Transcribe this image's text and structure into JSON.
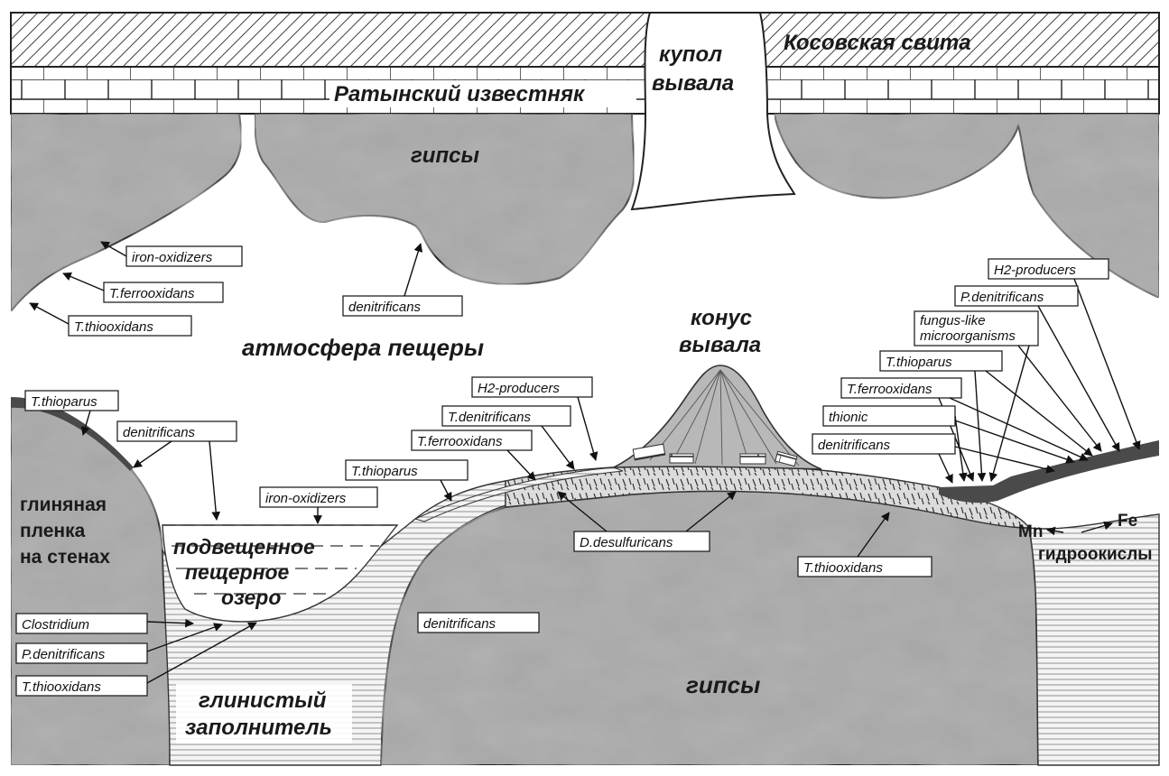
{
  "formations": {
    "kosovskaya": "Косовская свита",
    "ratynsky": "Ратынский известняк",
    "dome": [
      "купол",
      "вывала"
    ],
    "gypsum_upper": "гипсы",
    "gypsum_lower": "гипсы",
    "cone": [
      "конус",
      "вывала"
    ],
    "atmosphere": "атмосфера пещеры",
    "clay_film": [
      "глиняная",
      "пленка",
      "на стенах"
    ],
    "lake": [
      "подвещенное",
      "пещерное",
      "озеро"
    ],
    "clay_filler": [
      "глинистый",
      "заполнитель"
    ],
    "hydroxides": "гидроокислы",
    "mn": "Mn",
    "fe": "Fe"
  },
  "organisms": {
    "iron_oxidizers_top": "iron-oxidizers",
    "t_ferrooxidans_top": "T.ferrooxidans",
    "t_thiooxidans_top": "T.thiooxidans",
    "denitrificans_top": "denitrificans",
    "t_thioparus_left": "T.thioparus",
    "denitrificans_left": "denitrificans",
    "iron_oxidizers_lake": "iron-oxidizers",
    "h2_producers_mid": "H2-producers",
    "t_denitrificans_mid": "T.denitrificans",
    "t_ferrooxidans_mid": "T.ferrooxidans",
    "t_thioparus_mid": "T.thioparus",
    "d_desulfuricans": "D.desulfuricans",
    "denitrificans_bottom": "denitrificans",
    "t_thiooxidans_right": "T.thiooxidans",
    "clostridium": "Clostridium",
    "p_denitrificans_left": "P.denitrificans",
    "t_thiooxidans_left": "T.thiooxidans",
    "h2_producers_right": "H2-producers",
    "p_denitrificans_right": "P.denitrificans",
    "fungus_like": [
      "fungus-like",
      "microorganisms"
    ],
    "t_thioparus_right": "T.thioparus",
    "t_ferrooxidans_right": "T.ferrooxidans",
    "thionic": "thionic",
    "denitrificans_right": "denitrificans"
  },
  "colors": {
    "rock": "#9a9a9a",
    "rock_light": "#c4c4c4",
    "cone": "#b8b8b8",
    "dark_film": "#4a4a4a"
  }
}
